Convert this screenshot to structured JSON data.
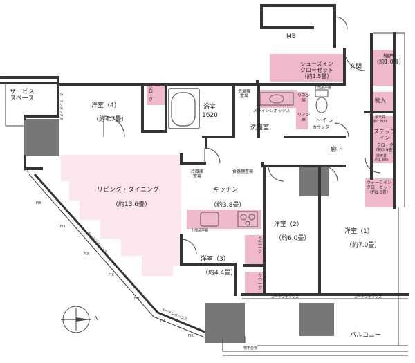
{
  "rooms": {
    "mb": "MB",
    "shoes_in_closet": "シューズイン\nクローゼット\n（約1.5畳）",
    "nando": "納戸\n（約1.0畳）",
    "genkan": "玄関",
    "service_space": "サービス\nスペース",
    "western4_name": "洋室（4）",
    "western4_area": "（約4.7畳）",
    "cloak_w4": "クローク",
    "bath_name": "浴室",
    "bath_size": "1620",
    "washer_space": "洗濯機\n置場",
    "medicine_box": "メディシンボックス",
    "linen1": "リネン\n庫",
    "linen2": "リネン\n庫",
    "toilet": "トイレ",
    "counter": "カウンター",
    "upper_cabinet_toilet": "上部吊戸棚",
    "storage": "物入",
    "washroom": "洗面室",
    "step_in": "ステップ\nイン",
    "closet_09": "クローク\n（約0.9畳）",
    "ceiling_h1": "梁天井\n約1,800",
    "ceiling_h2": "梁天井\n約1,800",
    "hallway": "廊下",
    "walkin_closet": "ウォークイン\nクローゼット\n（約1.0畳）",
    "living_name": "リビング・ダイニング",
    "living_area": "（約13.6畳）",
    "fridge": "冷蔵庫\n置場",
    "dish_storage": "食器棚置場",
    "kitchen_name": "キッチン",
    "kitchen_area": "（約3.8畳）",
    "upper_cabinet_kitchen": "上部吊戸棚",
    "western2_name": "洋室（2）",
    "western2_area": "（約6.0畳）",
    "western1_name": "洋室（1）",
    "western1_area": "（約7.0畳）",
    "western3_name": "洋室（3）",
    "western3_area": "（約4.4畳）",
    "cloak_a": "クローク",
    "cloak_b": "クローク",
    "balcony": "バルコニー",
    "curtain_box_1": "カーテンボックス",
    "curtain_box_2": "カーテンボックス",
    "curtain_box_3": "カーテンボックス",
    "curtain_box_diag": "カーテンボックス",
    "curtain_box_diag2": "カーテンボックス",
    "laundry_rail": "物干金物",
    "fix": "FIX",
    "north": "N"
  },
  "colors": {
    "pink": "#efb8cc",
    "living_pink": "#fbe6ec",
    "wall": "#333333",
    "column": "#777777",
    "fixture": "#555555"
  }
}
